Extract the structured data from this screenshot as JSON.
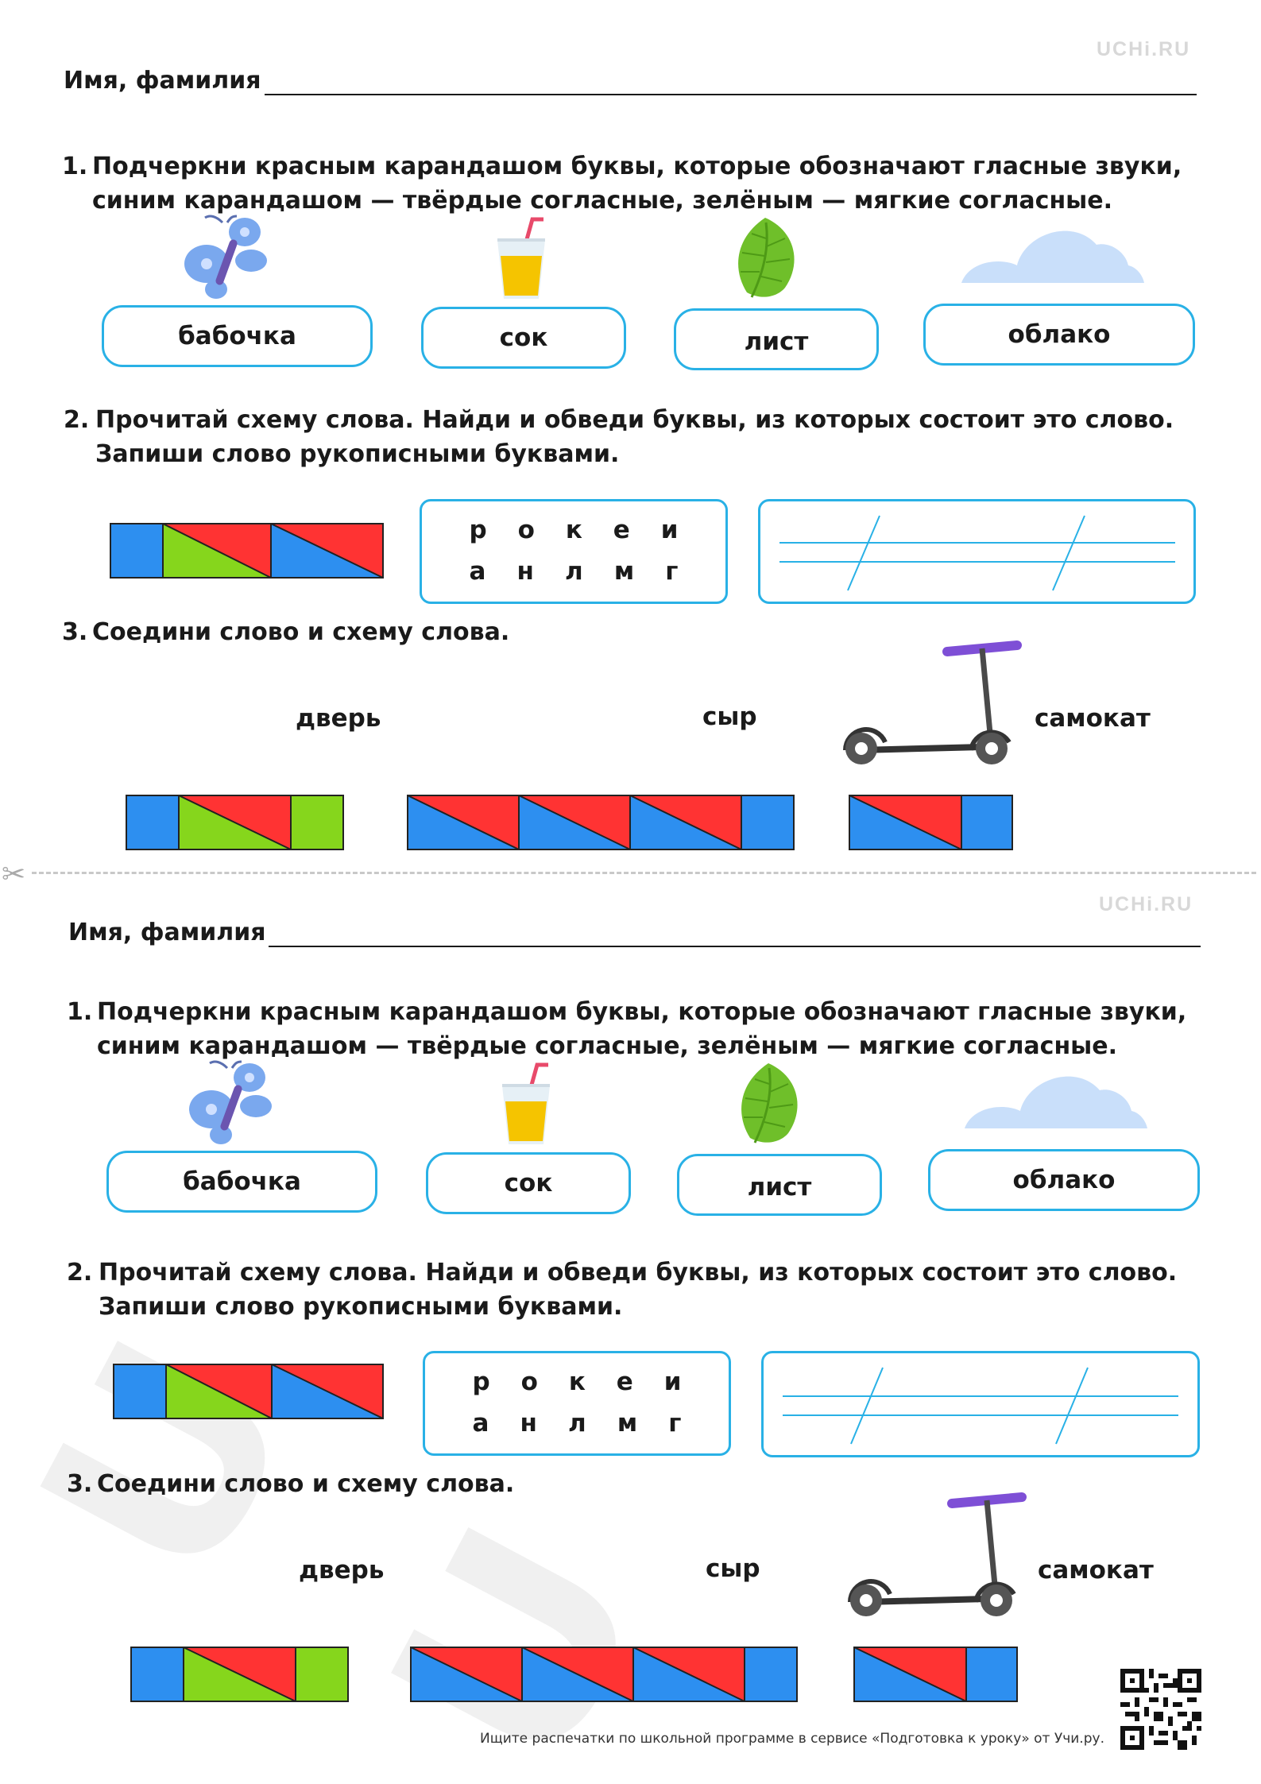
{
  "brand": "UCHi.RU",
  "worksheet": {
    "name_label": "Имя, фамилия",
    "task1": {
      "number": "1.",
      "line1": "Подчеркни красным карандашом буквы, которые обозначают гласные звуки,",
      "line2": "синим карандашом — твёрдые согласные, зелёным — мягкие согласные.",
      "words": [
        "бабочка",
        "сок",
        "лист",
        "облако"
      ],
      "icons": [
        "butterfly-icon",
        "juice-glass-icon",
        "leaf-icon",
        "cloud-icon"
      ]
    },
    "task2": {
      "number": "2.",
      "line1": "Прочитай схему слова. Найди и обведи буквы, из которых состоит это слово.",
      "line2": "Запиши слово рукописными буквами.",
      "letters_row1": [
        "р",
        "о",
        "к",
        "е",
        "и"
      ],
      "letters_row2": [
        "а",
        "н",
        "л",
        "м",
        "г"
      ]
    },
    "task3": {
      "number": "3.",
      "line1": "Соедини слово и схему слова.",
      "words": [
        "дверь",
        "сыр",
        "самокат"
      ],
      "icons": [
        "scooter-icon"
      ]
    }
  },
  "colors": {
    "vowel_red": "#ff3333",
    "hard_blue": "#2d8ff0",
    "soft_green": "#86d61c",
    "frame_blue": "#29b1e6"
  },
  "footer": {
    "text": "Ищите распечатки по школьной программе в сервисе «Подготовка к уроку» от Учи.ру."
  }
}
